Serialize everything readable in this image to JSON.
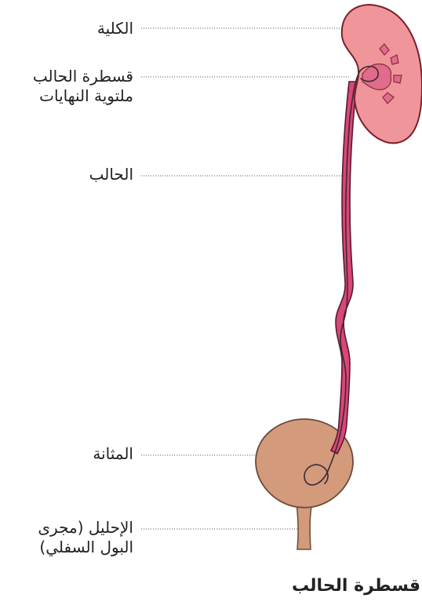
{
  "labels": {
    "kidney": "الكلية",
    "stent_line1": "قسطرة الحالب",
    "stent_line2": "ملتوية النهايات",
    "ureter": "الحالب",
    "bladder": "المثانة",
    "urethra_line1": "الإحليل (مجرى",
    "urethra_line2": "البول السفلي)"
  },
  "caption": "قسطرة الحالب",
  "colors": {
    "kidney_fill": "#f0959a",
    "kidney_outline": "#7a1f2a",
    "ureter_fill": "#d9467a",
    "ureter_outline": "#5a1a2e",
    "bladder_fill": "#d39a7c",
    "bladder_outline": "#6b4a3a",
    "stent": "#3a2a30",
    "leader_line": "#555555"
  }
}
